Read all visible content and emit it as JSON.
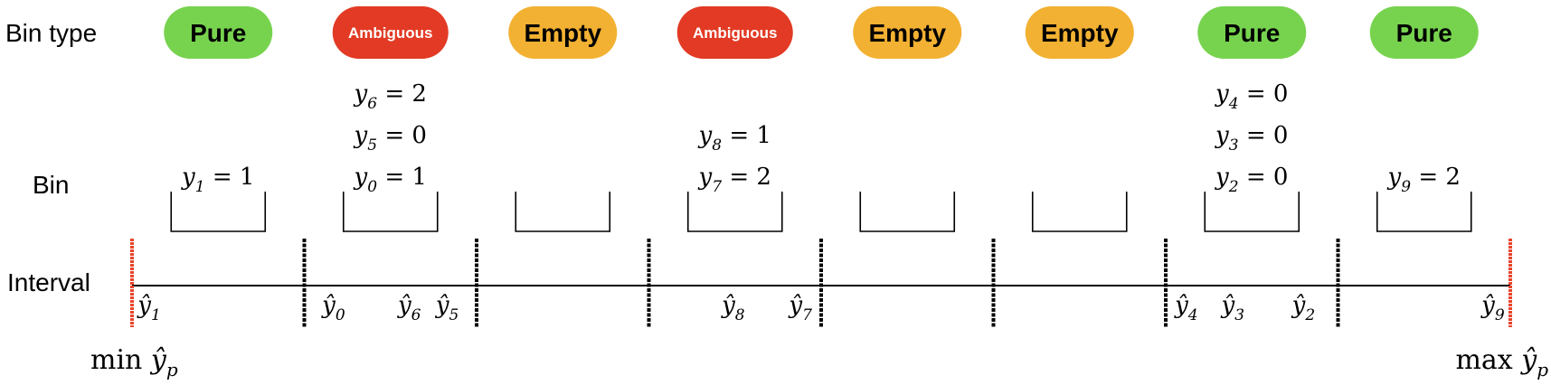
{
  "row_labels": {
    "bin_type": "Bin type",
    "bin": "Bin",
    "interval": "Interval"
  },
  "colors": {
    "pure": "#77d34e",
    "ambiguous": "#e23a24",
    "empty": "#f2b132",
    "boundary": "#000000",
    "edge": "#e8452c",
    "line": "#000000"
  },
  "bins": [
    {
      "type": "Pure",
      "kind": "pure",
      "labels": [
        {
          "var": "y",
          "idx": "1",
          "val": "1"
        }
      ]
    },
    {
      "type": "Ambiguous",
      "kind": "ambiguous",
      "labels": [
        {
          "var": "y",
          "idx": "6",
          "val": "2"
        },
        {
          "var": "y",
          "idx": "5",
          "val": "0"
        },
        {
          "var": "y",
          "idx": "0",
          "val": "1"
        }
      ]
    },
    {
      "type": "Empty",
      "kind": "empty",
      "labels": []
    },
    {
      "type": "Ambiguous",
      "kind": "ambiguous",
      "labels": [
        {
          "var": "y",
          "idx": "8",
          "val": "1"
        },
        {
          "var": "y",
          "idx": "7",
          "val": "2"
        }
      ]
    },
    {
      "type": "Empty",
      "kind": "empty",
      "labels": []
    },
    {
      "type": "Empty",
      "kind": "empty",
      "labels": []
    },
    {
      "type": "Pure",
      "kind": "pure",
      "labels": [
        {
          "var": "y",
          "idx": "4",
          "val": "0"
        },
        {
          "var": "y",
          "idx": "3",
          "val": "0"
        },
        {
          "var": "y",
          "idx": "2",
          "val": "0"
        }
      ]
    },
    {
      "type": "Pure",
      "kind": "pure",
      "labels": [
        {
          "var": "y",
          "idx": "9",
          "val": "2"
        }
      ]
    }
  ],
  "predictions": [
    {
      "var": "ŷ",
      "idx": "1",
      "bin": 0,
      "pos": 0.1
    },
    {
      "var": "ŷ",
      "idx": "0",
      "bin": 1,
      "pos": 0.17
    },
    {
      "var": "ŷ",
      "idx": "6",
      "bin": 1,
      "pos": 0.61
    },
    {
      "var": "ŷ",
      "idx": "5",
      "bin": 1,
      "pos": 0.83
    },
    {
      "var": "ŷ",
      "idx": "8",
      "bin": 3,
      "pos": 0.49
    },
    {
      "var": "ŷ",
      "idx": "7",
      "bin": 3,
      "pos": 0.88
    },
    {
      "var": "ŷ",
      "idx": "4",
      "bin": 6,
      "pos": 0.12
    },
    {
      "var": "ŷ",
      "idx": "3",
      "bin": 6,
      "pos": 0.39
    },
    {
      "var": "ŷ",
      "idx": "2",
      "bin": 6,
      "pos": 0.8
    },
    {
      "var": "ŷ",
      "idx": "9",
      "bin": 7,
      "pos": 0.9
    }
  ],
  "axis_labels": {
    "min": {
      "op": "min",
      "var": "ŷ",
      "idx": "p"
    },
    "max": {
      "op": "max",
      "var": "ŷ",
      "idx": "p"
    }
  }
}
